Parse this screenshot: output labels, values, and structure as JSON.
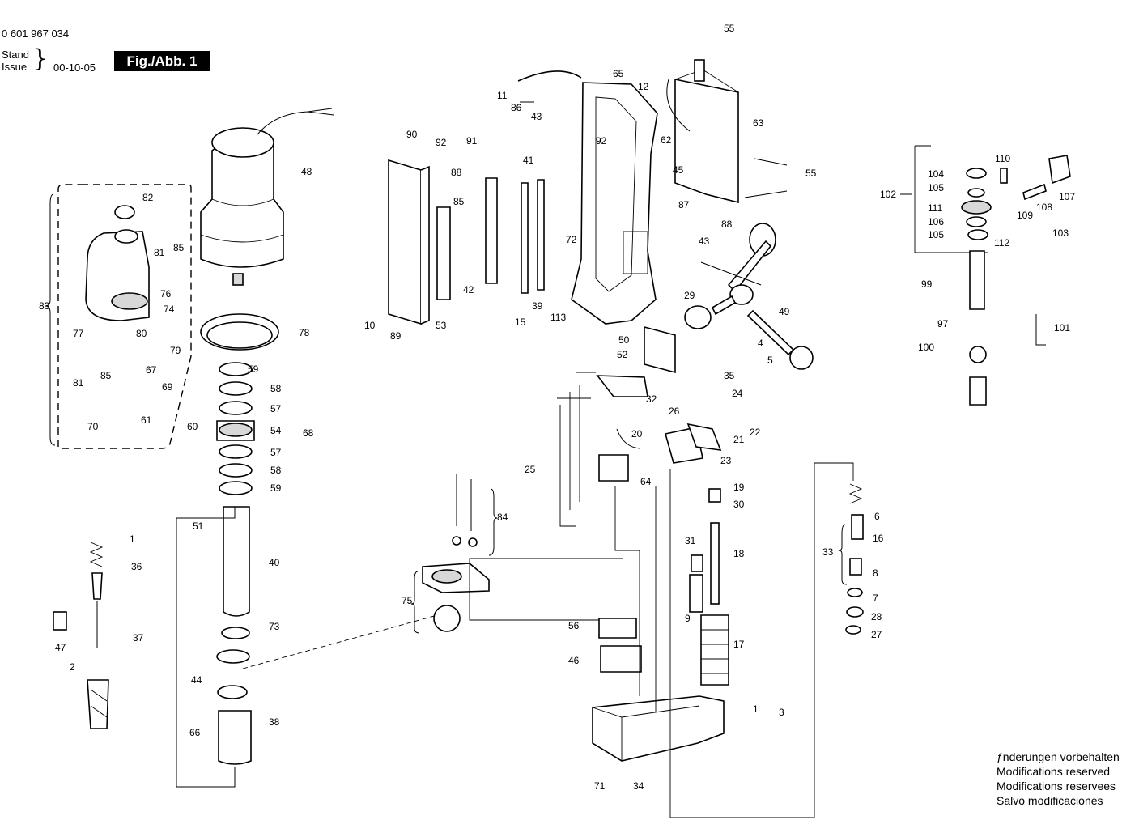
{
  "header": {
    "part_number": "0 601 967 034",
    "stand_label": "Stand",
    "issue_label": "Issue",
    "brace": "}",
    "issue_date": "00-10-05",
    "figure_badge": "Fig./Abb. 1"
  },
  "notes": [
    "ƒnderungen vorbehalten",
    "Modifications reserved",
    "Modifications reservees",
    "Salvo modificaciones"
  ],
  "callouts": {
    "n1": "1",
    "n2": "2",
    "n3": "3",
    "n4": "4",
    "n5": "5",
    "n6": "6",
    "n7": "7",
    "n8": "8",
    "n9": "9",
    "n10": "10",
    "n11": "11",
    "n12": "12",
    "n15": "15",
    "n16": "16",
    "n17": "17",
    "n18": "18",
    "n19": "19",
    "n20": "20",
    "n21": "21",
    "n22": "22",
    "n23": "23",
    "n24": "24",
    "n25": "25",
    "n26": "26",
    "n27": "27",
    "n28": "28",
    "n29": "29",
    "n30": "30",
    "n31": "31",
    "n32": "32",
    "n33": "33",
    "n34": "34",
    "n35": "35",
    "n36": "36",
    "n37": "37",
    "n38": "38",
    "n39": "39",
    "n40": "40",
    "n41": "41",
    "n42": "42",
    "n43": "43",
    "n44": "44",
    "n45": "45",
    "n46": "46",
    "n47": "47",
    "n48": "48",
    "n49": "49",
    "n50": "50",
    "n51": "51",
    "n52": "52",
    "n53": "53",
    "n54": "54",
    "n55": "55",
    "n56": "56",
    "n57": "57",
    "n58": "58",
    "n59": "59",
    "n60": "60",
    "n61": "61",
    "n62": "62",
    "n63": "63",
    "n64": "64",
    "n65": "65",
    "n66": "66",
    "n67": "67",
    "n68": "68",
    "n69": "69",
    "n70": "70",
    "n71": "71",
    "n72": "72",
    "n73": "73",
    "n74": "74",
    "n75": "75",
    "n76": "76",
    "n77": "77",
    "n78": "78",
    "n79": "79",
    "n80": "80",
    "n81": "81",
    "n82": "82",
    "n83": "83",
    "n84": "84",
    "n85": "85",
    "n86": "86",
    "n87": "87",
    "n88": "88",
    "n89": "89",
    "n90": "90",
    "n91": "91",
    "n92": "92",
    "n97": "97",
    "n99": "99",
    "n100": "100",
    "n101": "101",
    "n102": "102",
    "n103": "103",
    "n104": "104",
    "n105": "105",
    "n106": "106",
    "n107": "107",
    "n108": "108",
    "n109": "109",
    "n110": "110",
    "n111": "111",
    "n112": "112",
    "n113": "113"
  }
}
